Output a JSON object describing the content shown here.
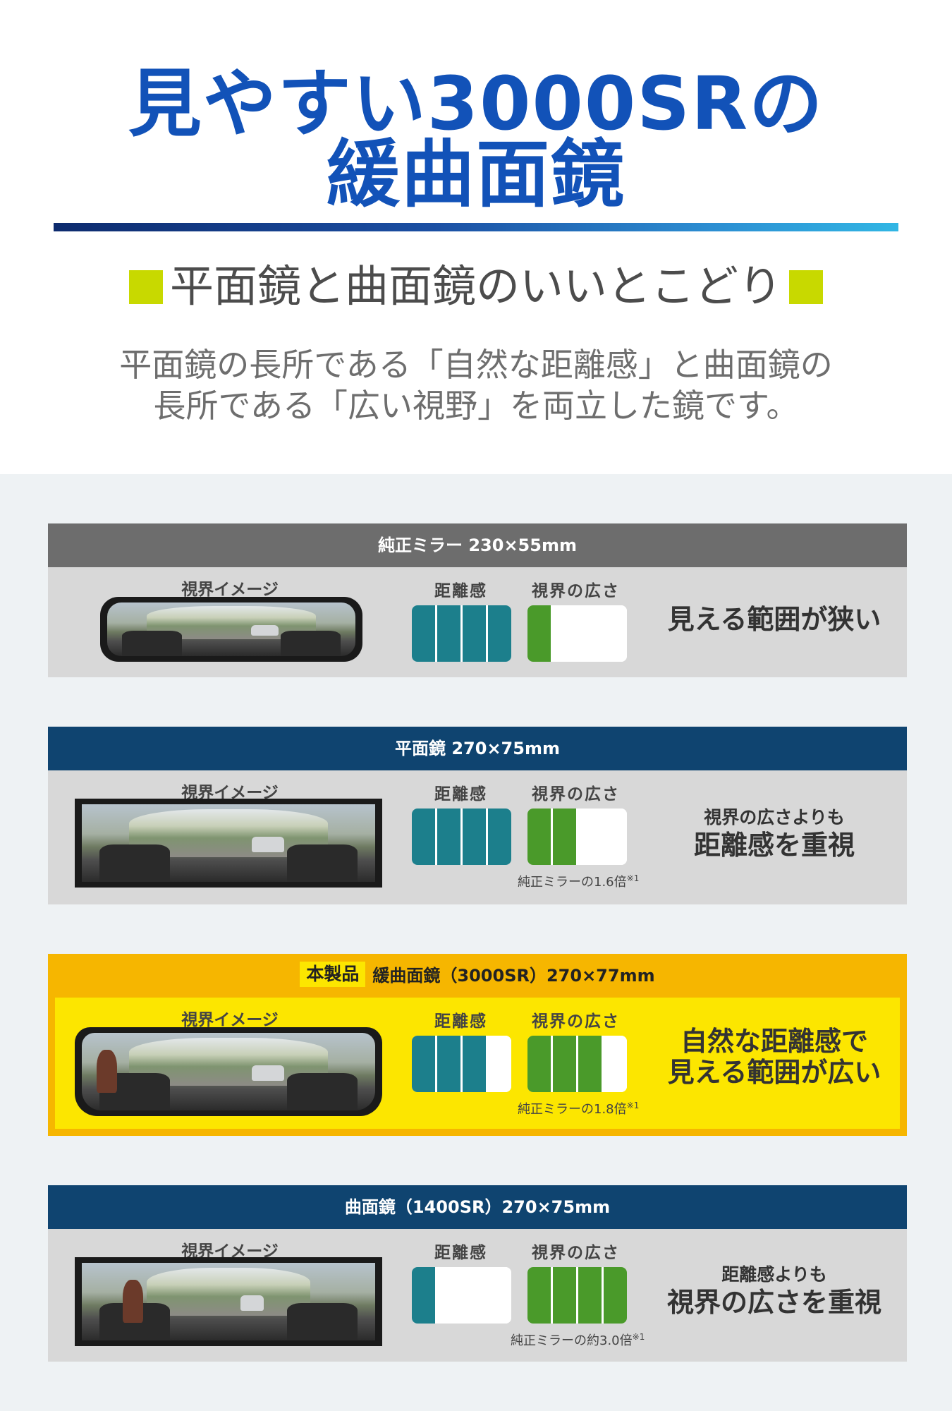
{
  "title": {
    "line1": "見やすい3000SRの",
    "line2": "緩曲面鏡"
  },
  "subtitle": "平面鏡と曲面鏡のいいとこどり",
  "description": {
    "line1": "平面鏡の長所である「自然な距離感」と曲面鏡の",
    "line2": "長所である「広い視野」を両立した鏡です。"
  },
  "labels": {
    "view_image": "視界イメージ",
    "distance": "距離感",
    "width": "視界の広さ"
  },
  "colors": {
    "accent": "#1252b8",
    "square": "#c8d900",
    "teal": "#1c7f8c",
    "green": "#4a9a2a",
    "header_gray": "#6d6d6d",
    "header_navy": "#0f4470",
    "product_orange": "#f6b600",
    "product_yellow": "#fce600"
  },
  "panels": [
    {
      "header": "純正ミラー 230×55mm",
      "badge": "",
      "distance_level": 4,
      "width_level": 1,
      "note": "",
      "verdict_small": "",
      "verdict_big": "見える範囲が狭い"
    },
    {
      "header": "平面鏡 270×75mm",
      "badge": "",
      "distance_level": 4,
      "width_level": 2,
      "note": "純正ミラーの1.6倍",
      "note_mark": "※1",
      "verdict_small": "視界の広さよりも",
      "verdict_big": "距離感を重視"
    },
    {
      "header": "緩曲面鏡（3000SR）270×77mm",
      "badge": "本製品",
      "distance_level": 3,
      "width_level": 3,
      "note": "純正ミラーの1.8倍",
      "note_mark": "※1",
      "verdict_big_1": "自然な距離感で",
      "verdict_big_2": "見える範囲が広い"
    },
    {
      "header": "曲面鏡（1400SR）270×75mm",
      "badge": "",
      "distance_level": 1,
      "width_level": 4,
      "note": "純正ミラーの約3.0倍",
      "note_mark": "※1",
      "verdict_small": "距離感よりも",
      "verdict_big": "視界の広さを重視"
    }
  ]
}
